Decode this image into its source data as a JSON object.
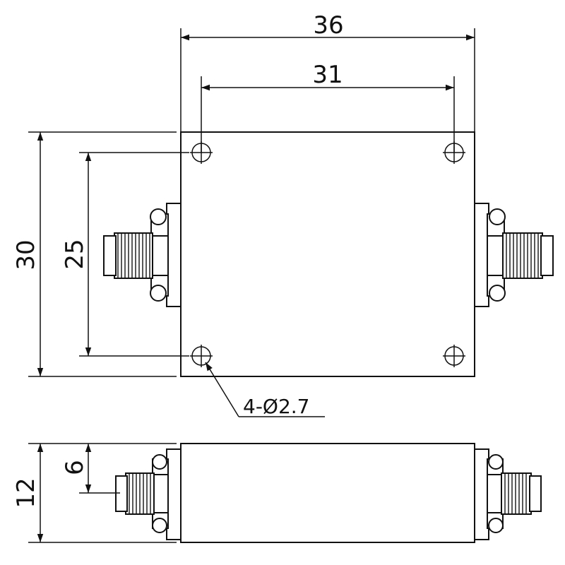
{
  "dimensions": {
    "overall_width": "36",
    "hole_spacing_x": "31",
    "overall_height": "30",
    "hole_spacing_y": "25",
    "hole_callout": "4-Ø2.7",
    "side_height": "12",
    "connector_offset": "6"
  }
}
